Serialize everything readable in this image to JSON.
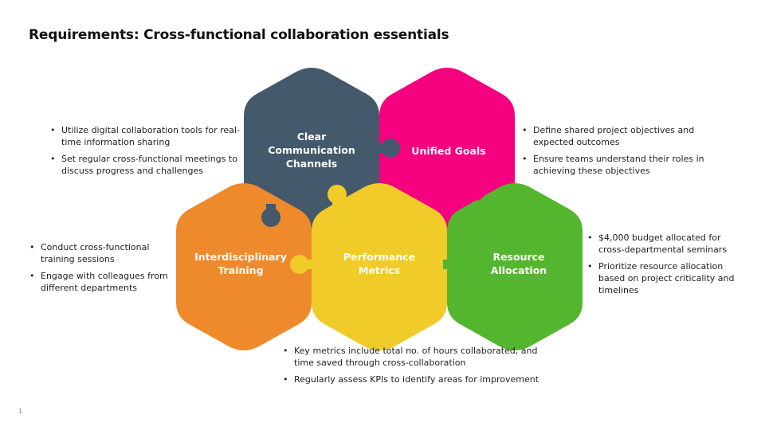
{
  "title": "Requirements: Cross-functional collaboration essentials",
  "page_number": "1",
  "colors": {
    "communication": "#44596B",
    "goals": "#F5007F",
    "training": "#EE8A2C",
    "metrics": "#F0CB2A",
    "resources": "#54B62F"
  },
  "pieces": {
    "communication": {
      "label": "Clear Communication Channels"
    },
    "goals": {
      "label": "Unified Goals"
    },
    "training": {
      "label": "Interdisciplinary Training"
    },
    "metrics": {
      "label": "Performance Metrics"
    },
    "resources": {
      "label": "Resource Allocation"
    }
  },
  "notes": {
    "communication": [
      "Utilize digital collaboration tools for real-time information sharing",
      "Set regular cross-functional meetings to discuss progress and challenges"
    ],
    "goals": [
      "Define shared project objectives and expected outcomes",
      "Ensure teams understand their roles in achieving these objectives"
    ],
    "training": [
      "Conduct cross-functional training sessions",
      "Engage with colleagues from different departments"
    ],
    "resources": [
      "$4,000 budget allocated for cross-departmental seminars",
      "Prioritize resource allocation based on project criticality and timelines"
    ],
    "metrics": [
      "Key metrics include total no. of hours collaborated, and time saved through cross-collaboration",
      "Regularly assess KPIs to identify areas for improvement"
    ]
  }
}
